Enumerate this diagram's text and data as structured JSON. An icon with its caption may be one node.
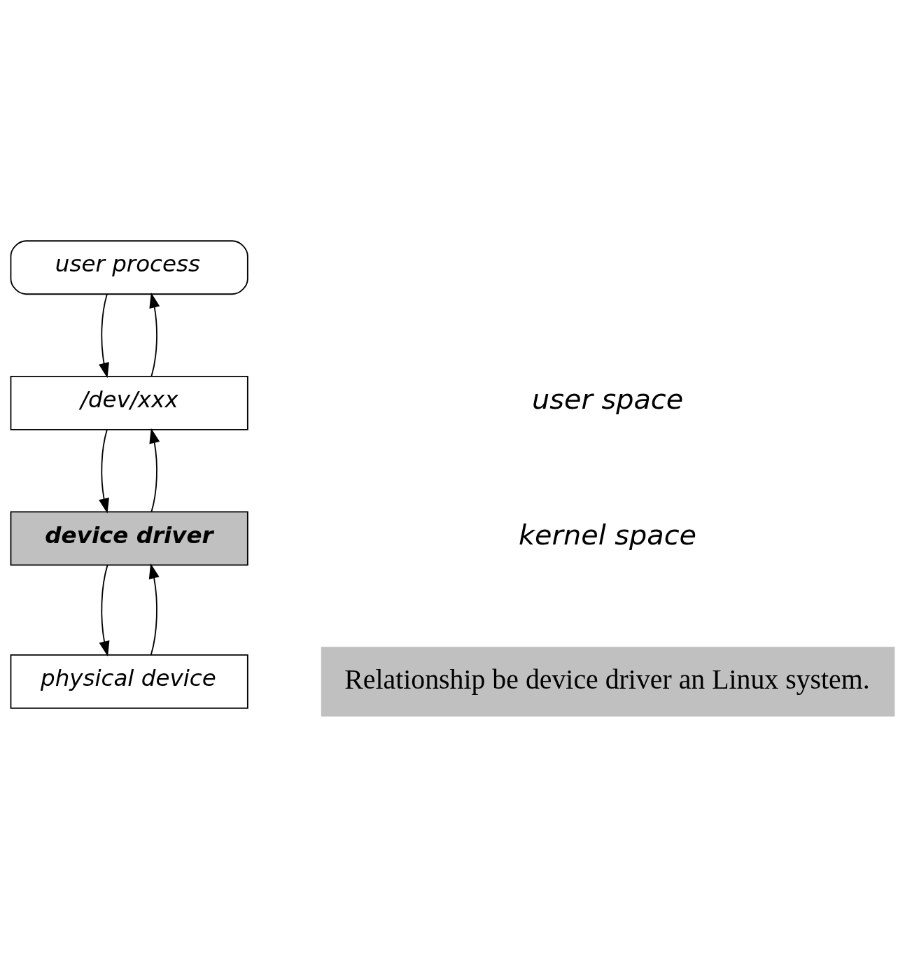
{
  "diagram": {
    "nodes": [
      {
        "text": [
          "user process"
        ]
      },
      {
        "text": [
          "/dev/xxx"
        ]
      },
      {
        "text": [
          "device driver"
        ]
      },
      {
        "text": [
          "physical device"
        ]
      },
      {
        "text": [
          "Relationship be device driver an Linux system."
        ]
      }
    ],
    "edges": [
      {
        "from": 0,
        "to": 1,
        "arrow": "to"
      },
      {
        "from": 1,
        "to": 0,
        "arrow": "to"
      },
      {
        "from": 1,
        "to": 2,
        "arrow": "to"
      },
      {
        "from": 2,
        "to": 1,
        "arrow": "to"
      },
      {
        "from": 2,
        "to": 3,
        "arrow": "to"
      },
      {
        "from": 3,
        "to": 2,
        "arrow": "to"
      }
    ],
    "labels": [
      "user space",
      "kernel space"
    ]
  }
}
